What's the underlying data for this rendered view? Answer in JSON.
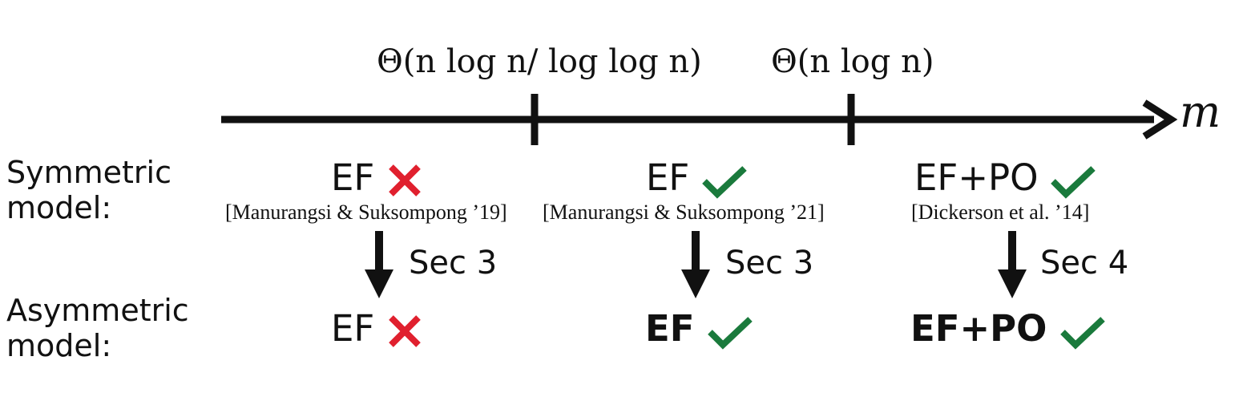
{
  "axis": {
    "label": "m",
    "tick_labels": [
      "Θ(n log n/ log log n)",
      "Θ(n log n)"
    ]
  },
  "rows": {
    "symmetric_label": "Symmetric\nmodel:",
    "asymmetric_label": "Asymmetric\nmodel:"
  },
  "symmetric": [
    {
      "text": "EF",
      "mark": "cross-icon",
      "citation": "[Manurangsi & Suksompong ’19]"
    },
    {
      "text": "EF",
      "mark": "check-icon",
      "citation": "[Manurangsi & Suksompong ’21]"
    },
    {
      "text": "EF+PO",
      "mark": "check-icon",
      "citation": "[Dickerson et al. ’14]"
    }
  ],
  "arrows": [
    "Sec 3",
    "Sec 3",
    "Sec 4"
  ],
  "asymmetric": [
    {
      "text": "EF",
      "mark": "cross-icon",
      "bold": false
    },
    {
      "text": "EF",
      "mark": "check-icon",
      "bold": true
    },
    {
      "text": "EF+PO",
      "mark": "check-icon",
      "bold": true
    }
  ],
  "colors": {
    "cross": "#e0202e",
    "check": "#1a7a3c",
    "ink": "#111111"
  }
}
